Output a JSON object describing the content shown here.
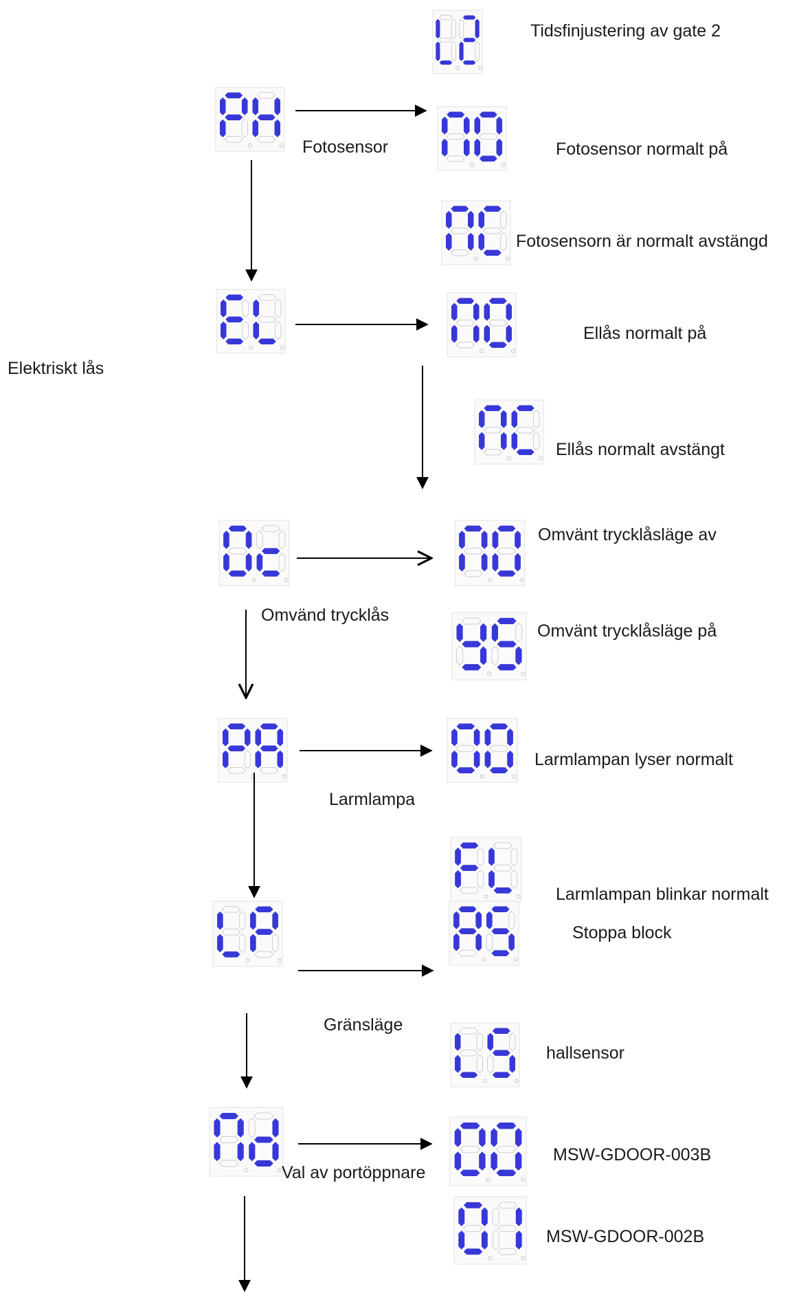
{
  "displays": [
    {
      "id": "L2",
      "code": "L2"
    },
    {
      "id": "PH",
      "code": "PH"
    },
    {
      "id": "NO-1",
      "code": "NO"
    },
    {
      "id": "NC-1",
      "code": "NC"
    },
    {
      "id": "EL",
      "code": "EL"
    },
    {
      "id": "NO-2",
      "code": "NO"
    },
    {
      "id": "NC-2",
      "code": "NC"
    },
    {
      "id": "OC",
      "code": "Oc"
    },
    {
      "id": "NO-3",
      "code": "NO"
    },
    {
      "id": "YS",
      "code": "YS"
    },
    {
      "id": "PA",
      "code": "PA"
    },
    {
      "id": "OO",
      "code": "OO"
    },
    {
      "id": "FL",
      "code": "FL"
    },
    {
      "id": "LP",
      "code": "LP"
    },
    {
      "id": "AS",
      "code": "AS"
    },
    {
      "id": "LS",
      "code": "LS"
    },
    {
      "id": "Nd",
      "code": "Nd"
    },
    {
      "id": "OO-2",
      "code": "OO"
    },
    {
      "id": "O1",
      "code": "O1"
    }
  ],
  "labels": {
    "l2_desc": "Tidsfinjustering av gate 2",
    "photo_sensor": "Fotosensor",
    "photo_no": "Fotosensor normalt på",
    "photo_nc": "Fotosensorn är normalt avstängd",
    "electric_lock": "Elektriskt lås",
    "lock_no": "Ellås normalt på",
    "lock_nc": "Ellås normalt avstängt",
    "reverse_off": "Omvänt trycklåsläge av",
    "reverse_lock": "Omvänd trycklås",
    "reverse_on": "Omvänt trycklåsläge på",
    "alarm_steady": "Larmlampan lyser normalt",
    "alarm_lamp": "Larmlampa",
    "alarm_flash": "Larmlampan blinkar normalt",
    "stop_block": "Stoppa block",
    "limit_mode": "Gränsläge",
    "hall_sensor": "hallsensor",
    "model_003b": "MSW-GDOOR-003B",
    "opener_select": "Val av portöppnare",
    "model_002b": "MSW-GDOOR-002B"
  },
  "colors": {
    "segment_on": "#3838d8",
    "segment_off": "#cfcfcf",
    "arrow": "#000000"
  }
}
